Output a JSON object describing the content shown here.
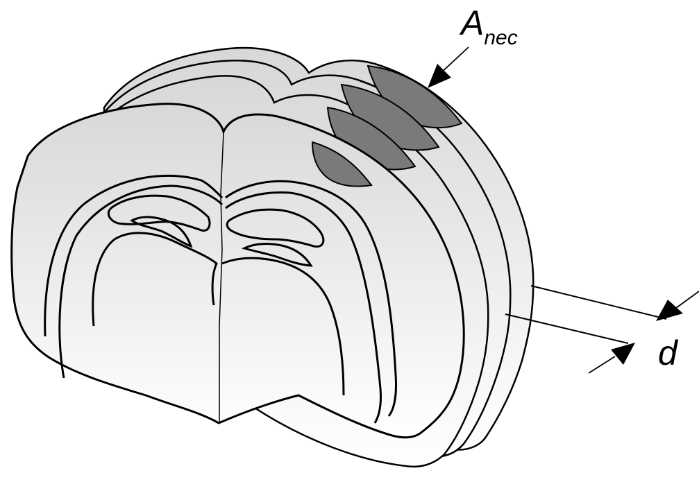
{
  "labels": {
    "necrosis_main": "A",
    "necrosis_sub": "nec",
    "thickness": "d"
  },
  "colors": {
    "slice_fill_top": "#d8d8d8",
    "slice_fill_bottom": "#ffffff",
    "necrotic_fill": "#7a7a7a",
    "outline": "#000000"
  }
}
